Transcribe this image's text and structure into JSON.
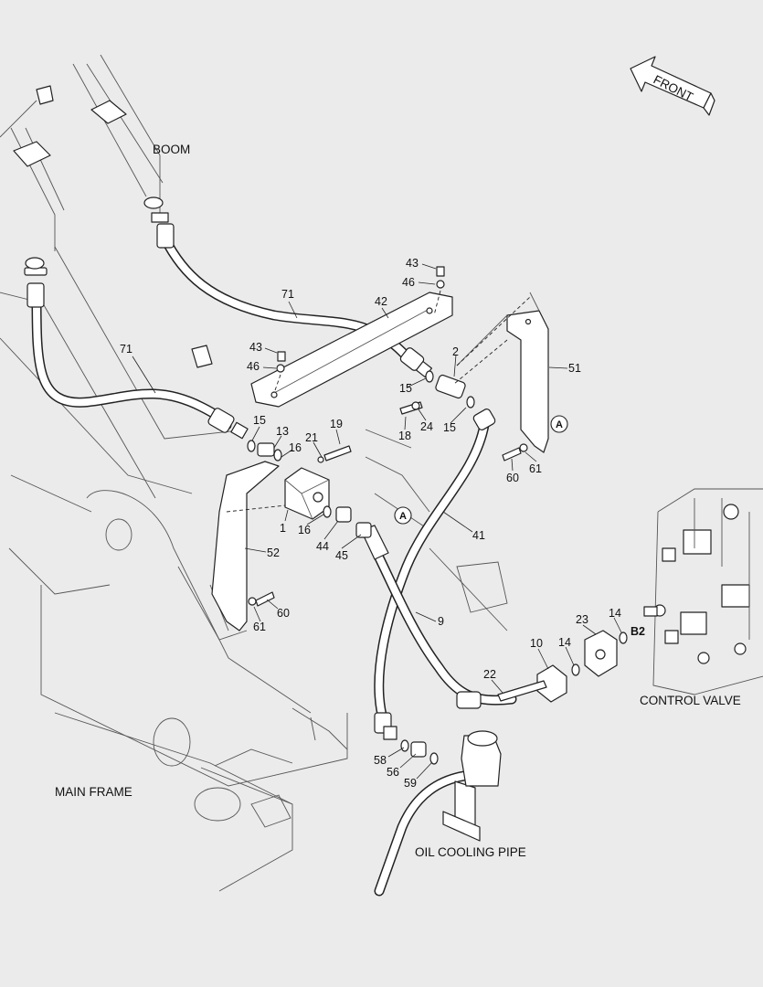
{
  "direction_arrow": {
    "label": "FRONT"
  },
  "regions": {
    "boom": "BOOM",
    "main_frame": "MAIN FRAME",
    "control_valve": "CONTROL VALVE",
    "oil_cooling_pipe": "OIL COOLING PIPE"
  },
  "port_label": "B2",
  "view_markers": [
    "A",
    "A"
  ],
  "callouts": [
    "43",
    "46",
    "71",
    "42",
    "71",
    "43",
    "46",
    "2",
    "51",
    "15",
    "24",
    "15",
    "18",
    "15",
    "13",
    "21",
    "19",
    "16",
    "60",
    "61",
    "1",
    "16",
    "44",
    "45",
    "52",
    "41",
    "60",
    "61",
    "9",
    "23",
    "14",
    "14",
    "10",
    "22",
    "58",
    "56",
    "59"
  ],
  "colors": {
    "background": "#ebebeb",
    "line": "#222222",
    "fill": "#ffffff"
  }
}
